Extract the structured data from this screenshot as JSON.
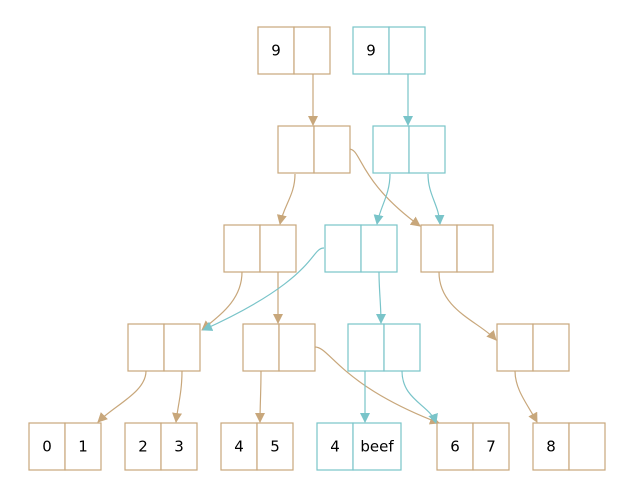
{
  "colors": {
    "old_version": "#c8a77b",
    "new_version": "#79c4c9",
    "text": "#000000",
    "background": "#ffffff"
  },
  "nodes": {
    "old_root": {
      "version": "old",
      "cells": [
        "9",
        ""
      ]
    },
    "new_root": {
      "version": "new",
      "cells": [
        "9",
        ""
      ]
    },
    "old_l1": {
      "version": "old",
      "cells": [
        "",
        ""
      ]
    },
    "new_l1": {
      "version": "new",
      "cells": [
        "",
        ""
      ]
    },
    "old_l2_left": {
      "version": "old",
      "cells": [
        "",
        ""
      ]
    },
    "new_l2_left": {
      "version": "new",
      "cells": [
        "",
        ""
      ]
    },
    "shared_l2_right": {
      "version": "old",
      "cells": [
        "",
        ""
      ]
    },
    "shared_l3_a": {
      "version": "old",
      "cells": [
        "",
        ""
      ]
    },
    "old_l3_b": {
      "version": "old",
      "cells": [
        "",
        ""
      ]
    },
    "new_l3_b": {
      "version": "new",
      "cells": [
        "",
        ""
      ]
    },
    "shared_l3_c": {
      "version": "old",
      "cells": [
        "",
        ""
      ]
    },
    "leaf_0_1": {
      "version": "old",
      "cells": [
        "0",
        "1"
      ]
    },
    "leaf_2_3": {
      "version": "old",
      "cells": [
        "2",
        "3"
      ]
    },
    "leaf_4_5": {
      "version": "old",
      "cells": [
        "4",
        "5"
      ]
    },
    "leaf_4_beef": {
      "version": "new",
      "cells": [
        "4",
        "beef"
      ]
    },
    "leaf_6_7": {
      "version": "old",
      "cells": [
        "6",
        "7"
      ]
    },
    "leaf_8": {
      "version": "old",
      "cells": [
        "8",
        ""
      ]
    }
  },
  "edges": [
    {
      "from": "old_root",
      "to": "old_l1",
      "version": "old"
    },
    {
      "from": "new_root",
      "to": "new_l1",
      "version": "new"
    },
    {
      "from": "old_l1",
      "to": "old_l2_left",
      "version": "old"
    },
    {
      "from": "old_l1",
      "to": "shared_l2_right",
      "version": "old"
    },
    {
      "from": "new_l1",
      "to": "new_l2_left",
      "version": "new"
    },
    {
      "from": "new_l1",
      "to": "shared_l2_right",
      "version": "new"
    },
    {
      "from": "old_l2_left",
      "to": "shared_l3_a",
      "version": "old"
    },
    {
      "from": "old_l2_left",
      "to": "old_l3_b",
      "version": "old"
    },
    {
      "from": "new_l2_left",
      "to": "shared_l3_a",
      "version": "new"
    },
    {
      "from": "new_l2_left",
      "to": "new_l3_b",
      "version": "new"
    },
    {
      "from": "shared_l2_right",
      "to": "shared_l3_c",
      "version": "old"
    },
    {
      "from": "shared_l3_a",
      "to": "leaf_0_1",
      "version": "old"
    },
    {
      "from": "shared_l3_a",
      "to": "leaf_2_3",
      "version": "old"
    },
    {
      "from": "old_l3_b",
      "to": "leaf_4_5",
      "version": "old"
    },
    {
      "from": "old_l3_b",
      "to": "leaf_6_7",
      "version": "old"
    },
    {
      "from": "new_l3_b",
      "to": "leaf_4_beef",
      "version": "new"
    },
    {
      "from": "new_l3_b",
      "to": "leaf_6_7",
      "version": "new"
    },
    {
      "from": "shared_l3_c",
      "to": "leaf_8",
      "version": "old"
    }
  ]
}
